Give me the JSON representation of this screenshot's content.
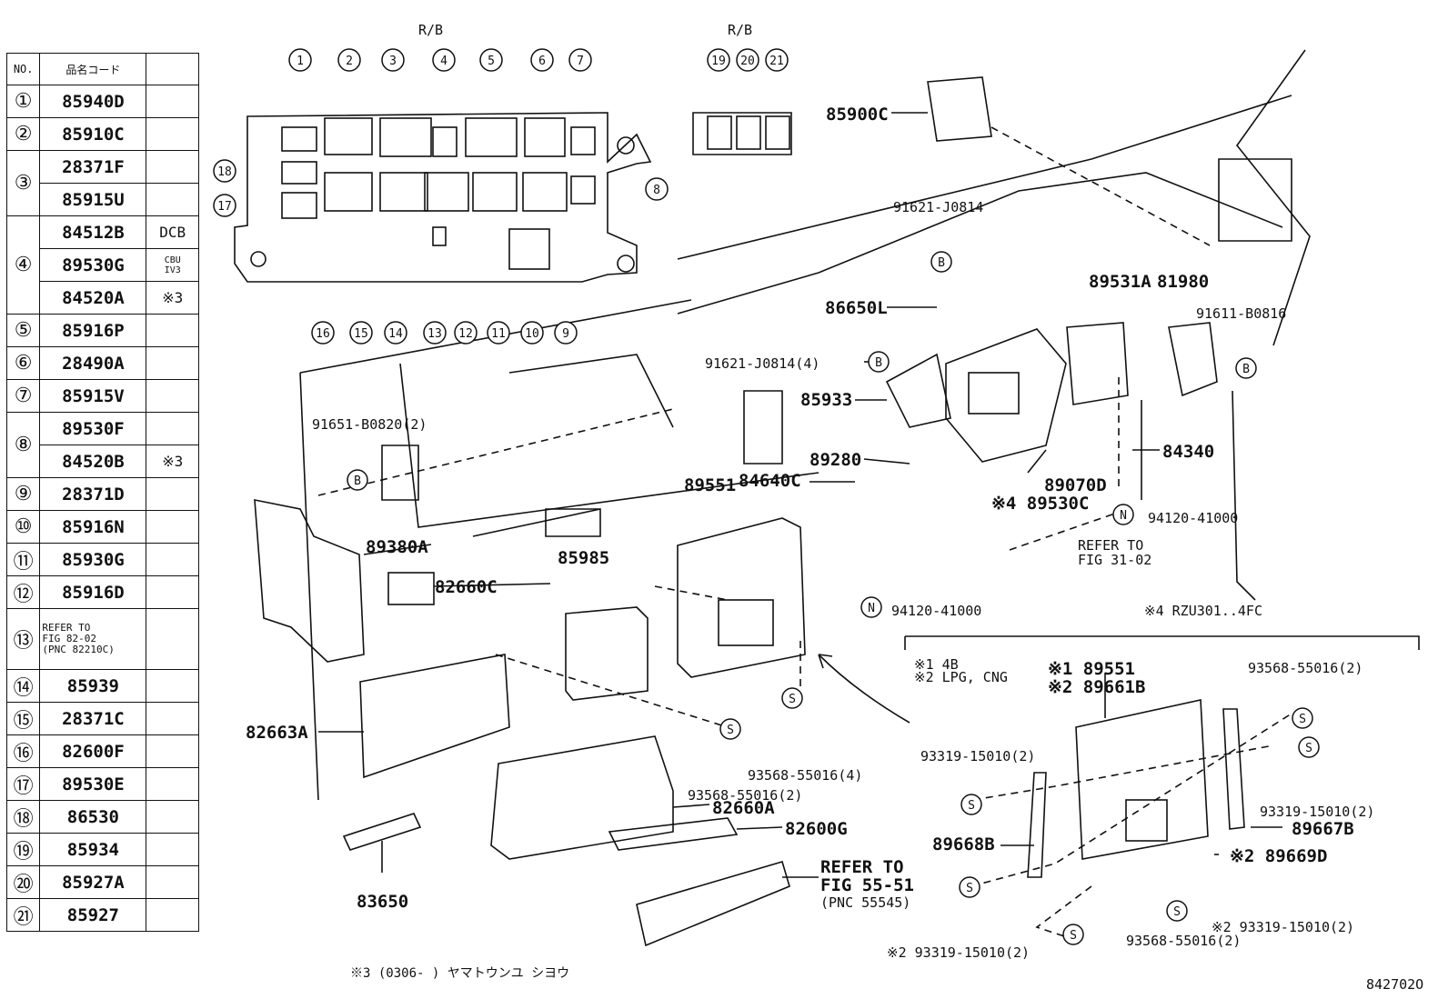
{
  "table": {
    "header": {
      "no": "NO.",
      "code": "品名コード",
      "note": ""
    },
    "rows": [
      {
        "no": "①",
        "codes": [
          "85940D"
        ],
        "notes": [
          ""
        ]
      },
      {
        "no": "②",
        "codes": [
          "85910C"
        ],
        "notes": [
          ""
        ]
      },
      {
        "no": "③",
        "codes": [
          "28371F",
          "85915U"
        ],
        "notes": [
          "",
          ""
        ]
      },
      {
        "no": "④",
        "codes": [
          "84512B",
          "89530G",
          "84520A"
        ],
        "notes": [
          "DCB",
          "CBU\nIV3",
          "※3"
        ]
      },
      {
        "no": "⑤",
        "codes": [
          "85916P"
        ],
        "notes": [
          ""
        ]
      },
      {
        "no": "⑥",
        "codes": [
          "28490A"
        ],
        "notes": [
          ""
        ]
      },
      {
        "no": "⑦",
        "codes": [
          "85915V"
        ],
        "notes": [
          ""
        ]
      },
      {
        "no": "⑧",
        "codes": [
          "89530F",
          "84520B"
        ],
        "notes": [
          "",
          "※3"
        ]
      },
      {
        "no": "⑨",
        "codes": [
          "28371D"
        ],
        "notes": [
          ""
        ]
      },
      {
        "no": "⑩",
        "codes": [
          "85916N"
        ],
        "notes": [
          ""
        ]
      },
      {
        "no": "⑪",
        "codes": [
          "85930G"
        ],
        "notes": [
          ""
        ]
      },
      {
        "no": "⑫",
        "codes": [
          "85916D"
        ],
        "notes": [
          ""
        ]
      },
      {
        "no": "⑬",
        "codes": [
          "REFER TO\nFIG 82-02\n(PNC 82210C)"
        ],
        "notes": [
          ""
        ]
      },
      {
        "no": "⑭",
        "codes": [
          "85939"
        ],
        "notes": [
          ""
        ]
      },
      {
        "no": "⑮",
        "codes": [
          "28371C"
        ],
        "notes": [
          ""
        ]
      },
      {
        "no": "⑯",
        "codes": [
          "82600F"
        ],
        "notes": [
          ""
        ]
      },
      {
        "no": "⑰",
        "codes": [
          "89530E"
        ],
        "notes": [
          ""
        ]
      },
      {
        "no": "⑱",
        "codes": [
          "86530"
        ],
        "notes": [
          ""
        ]
      },
      {
        "no": "⑲",
        "codes": [
          "85934"
        ],
        "notes": [
          ""
        ]
      },
      {
        "no": "⑳",
        "codes": [
          "85927A"
        ],
        "notes": [
          ""
        ]
      },
      {
        "no": "㉑",
        "codes": [
          "85927"
        ],
        "notes": [
          ""
        ]
      }
    ]
  },
  "relay_block_labels": [
    "R/B",
    "R/B"
  ],
  "relay_numbers": [
    "1",
    "2",
    "3",
    "4",
    "5",
    "6",
    "7",
    "8",
    "9",
    "10",
    "11",
    "12",
    "13",
    "14",
    "15",
    "16",
    "17",
    "18",
    "19",
    "20",
    "21"
  ],
  "part_labels": {
    "p85900C": "85900C",
    "p91621J0814": "91621-J0814",
    "p86650L": "86650L",
    "p89531A": "89531A",
    "p81980": "81980",
    "p91611B0816": "91611-B0816",
    "p91621J0814_4": "91621-J0814(4)",
    "p85933": "85933",
    "p89280": "89280",
    "p84340": "84340",
    "p89070D": "89070D",
    "p89530C": "※4 89530C",
    "p84640C": "84640C",
    "p89551": "89551",
    "p91651B0820": "91651-B0820(2)",
    "p89380A": "89380A",
    "p82660C": "82660C",
    "p85985": "85985",
    "p94120_41000a": "94120-41000",
    "p94120_41000b": "94120-41000",
    "p_refer31": "REFER TO",
    "p_refer31b": "FIG 31-02",
    "p_rzu": "※4 RZU301..4FC",
    "p82663A": "82663A",
    "p93568_4": "93568-55016(4)",
    "p93568_2a": "93568-55016(2)",
    "p82660A": "82660A",
    "p82600G": "82600G",
    "p83650": "83650",
    "p_refer55": "REFER TO",
    "p_refer55b": "FIG 55-51",
    "p_refer55c": "(PNC 55545)",
    "p_note1": "※1 4B",
    "p_note2": "※2 LPG, CNG",
    "p_89551b": "※1 89551",
    "p_89661B": "※2 89661B",
    "p93568_2b": "93568-55016(2)",
    "p93319_a": "93319-15010(2)",
    "p93319_b": "93319-15010(2)",
    "p89667B": "89667B",
    "p89668B": "89668B",
    "p89669D": "※2 89669D",
    "p93319_c": "※2 93319-15010(2)",
    "p93568_2c": "93568-55016(2)",
    "p93319_d": "※2 93319-15010(2)"
  },
  "circle_letters": {
    "B": "B",
    "N": "N",
    "S": "S"
  },
  "footer": {
    "note": "※3 (0306-       ) ヤマトウンユ シヨウ",
    "code": "842702O"
  }
}
